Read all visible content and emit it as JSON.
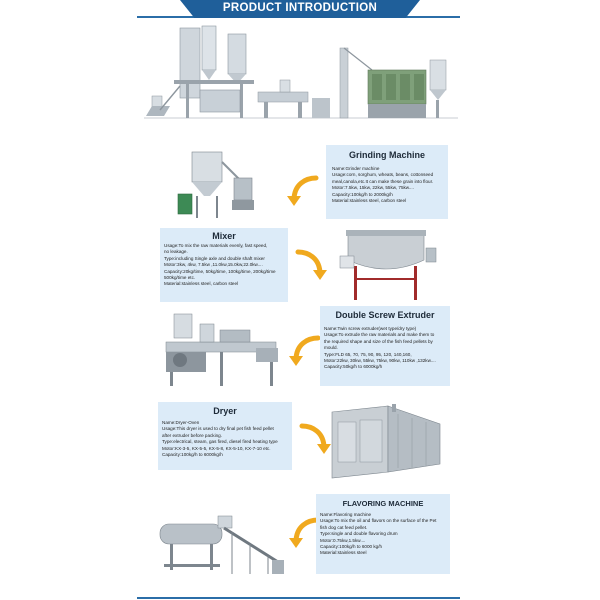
{
  "header": {
    "title": "PRODUCT INTRODUCTION"
  },
  "sections": [
    {
      "title": "Grinding Machine",
      "lines": [
        "Name:Grinder machine",
        "Usage:corn, sorghum, wheats, beans, cottonseed",
        "meal,canola,etc.It can make these grain into flour.",
        "Motor:7.5kw, 15kw, 22kw, 55kw, 75kw....",
        "Capacity:100kg/h to 2000kg/h",
        "Material:stainless steel, carbon steel"
      ]
    },
    {
      "title": "Mixer",
      "lines": [
        "Usage:To mix the raw materials evenly, fast speed,",
        "no leakage.",
        "Type:including Single axle and double shaft mixer",
        "Motor:3kw, 4kw, 7.5kw ,11.0kw,15.0kw,22.0kw....",
        "Capacity:20kg/time, 50kg/time, 100kg/time, 200kg/time",
        "500kg/time etc.",
        "Material:stainless steel, carbon steel"
      ]
    },
    {
      "title": "Double Screw Extruder",
      "lines": [
        "Name:Twin screw extruder(wet type/dry type)",
        "Usage:To extrude the raw materials and make them to",
        "the required shape and size of the fish feed pellets by",
        "mould.",
        "Type:FLD 65, 70, 75, 90, 95, 120, 140,160,",
        "Motor:22kw, 30kw, 55kw, 75kw, 90kw, 110kw ,132kw....",
        "Capacity:50kg/h to 6000kg/h"
      ]
    },
    {
      "title": "Dryer",
      "lines": [
        "Name:Dryer-Oven",
        "Usage:This dryer is used to dry final pet fish feed pellet",
        "after extruder before packing.",
        "Type:electrical, steam, gas fired, diesel fired heating type",
        "Motor:KX-3-5, KX-5-5, KX-5-8, KX-5-10, KX-7-10 etc.",
        "Capacity:100kg/h to 6000kg/h"
      ]
    },
    {
      "title": "FLAVORING MACHINE",
      "lines": [
        "Name:Flavoring machine",
        "Usage:To mix the oil and flavors on the surface of the Pet",
        "fish dog cat feed pellet.",
        "Type:single and double flavoring drum",
        "Motor:0.75kw,1.5kw....",
        "Capacity:100kg/h to 6000 kg/h",
        "Material:stainless steel"
      ]
    }
  ],
  "colors": {
    "accent": "#1f5f9a",
    "box_bg": "#dcebf8",
    "arrow": "#f0a91e",
    "steel": "#b9c1c8"
  },
  "icons": [
    "production-line-illustration",
    "grinder-machine-illustration",
    "mixer-illustration",
    "extruder-illustration",
    "dryer-illustration",
    "flavoring-drum-illustration",
    "curved-arrow-icon"
  ]
}
